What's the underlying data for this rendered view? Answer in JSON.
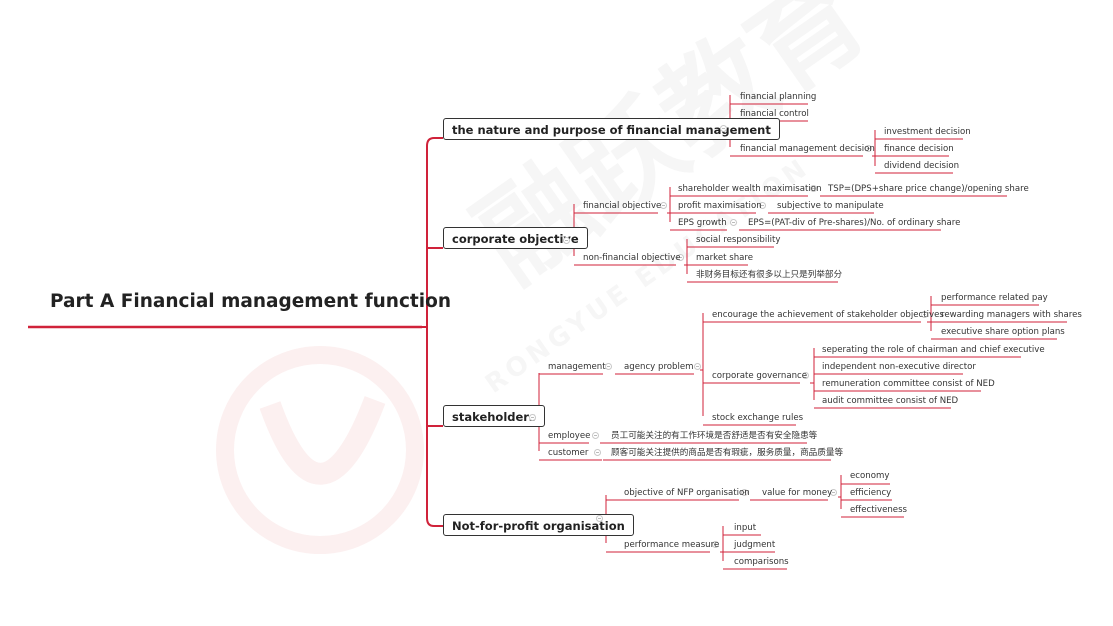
{
  "root": "Part A Financial management function",
  "branches": {
    "nature": "the nature and purpose of financial management",
    "corporate": "corporate objective",
    "stakeholders": "stakeholders",
    "nfp": "Not-for-profit organisation"
  },
  "nature": {
    "planning": "financial planning",
    "control": "financial control",
    "decision": "financial management decision",
    "investment": "investment decision",
    "finance": "finance decision",
    "dividend": "dividend decision"
  },
  "corporate": {
    "financial": "financial objective",
    "swm": "shareholder wealth maximisation",
    "tsp": "TSP=(DPS+share price change)/opening share",
    "pm": "profit maximisation",
    "subj": "subjective to manipulate",
    "eps": "EPS growth",
    "epsf": "EPS=(PAT-div of Pre-shares)/No. of ordinary share",
    "nonfin": "non-financial objective",
    "social": "social responsibility",
    "market": "market share",
    "other": "非财务目标还有很多以上只是列举部分"
  },
  "stakeholders": {
    "management": "management",
    "agency": "agency problem",
    "encourage": "encourage the achievement of stakeholder objectives",
    "prp": "performance related pay",
    "rms": "rewarding managers with shares",
    "esop": "executive share option plans",
    "governance": "corporate governance",
    "sep": "seperating the role of chairman and chief executive",
    "ined": "independent non-executive director",
    "remun": "remuneration committee consist of NED",
    "audit": "audit committee consist of NED",
    "rules": "stock exchange rules",
    "employee": "employee",
    "emp_note": "员工可能关注的有工作环境是否舒适是否有安全隐患等",
    "customer": "customer",
    "cust_note": "顾客可能关注提供的商品是否有瑕疵，服务质量，商品质量等"
  },
  "nfp": {
    "objective": "objective of NFP organisation",
    "vfm": "value for money",
    "economy": "economy",
    "efficiency": "efficiency",
    "effectiveness": "effectiveness",
    "perf": "performance measure",
    "input": "input",
    "judgment": "judgment",
    "comparisons": "comparisons"
  },
  "watermark": {
    "cn": "融跃教育",
    "en": "RONGYUE EDUCATION"
  },
  "colors": {
    "line": "#d0223a",
    "text": "#333333",
    "border": "#333333"
  }
}
